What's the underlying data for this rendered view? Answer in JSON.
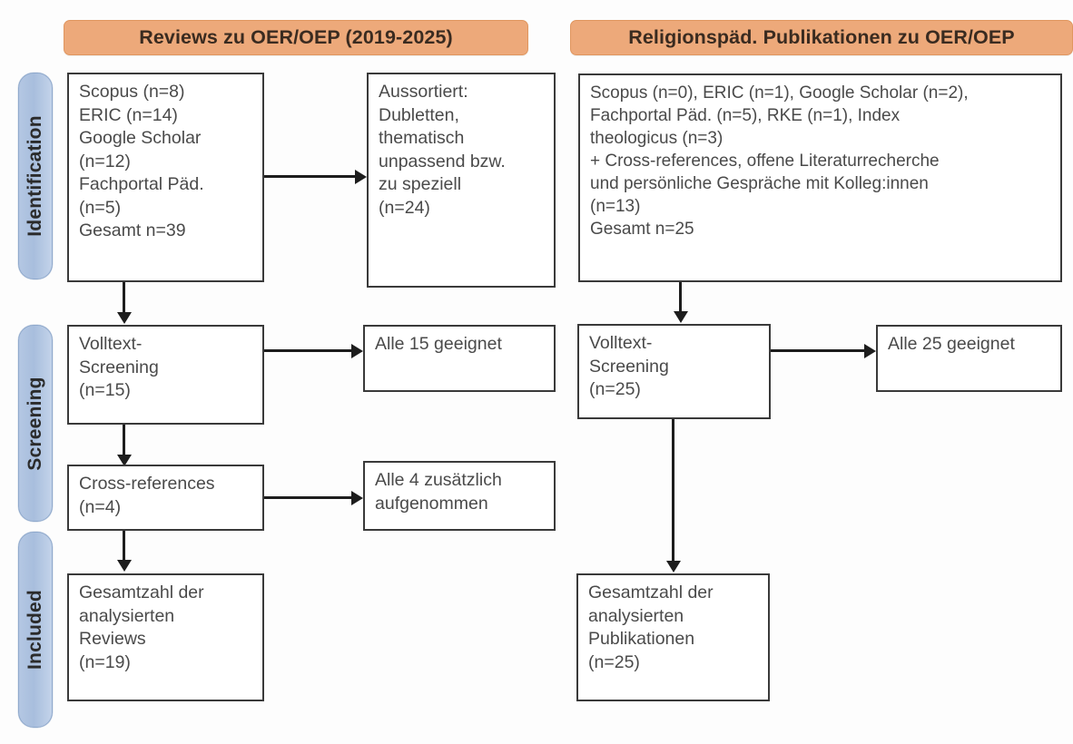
{
  "diagram": {
    "type": "prisma-flow-diagram",
    "stages": [
      {
        "id": "identification",
        "label": "Identification"
      },
      {
        "id": "screening",
        "label": "Screening"
      },
      {
        "id": "included",
        "label": "Included"
      }
    ],
    "columns": [
      {
        "id": "reviews",
        "header": "Reviews zu OER/OEP (2019-2025)"
      },
      {
        "id": "religionspaed",
        "header": "Religionspäd. Publikationen zu OER/OEP"
      }
    ],
    "colors": {
      "header_bar": "#eda97a",
      "stage_pill": "#b4c7e3",
      "box_border": "#3a3a3a",
      "connector": "#1d1d1d",
      "box_text": "#4a4a4a"
    },
    "boxes": {
      "left_identification_sources": "Scopus (n=8)\nERIC (n=14)\nGoogle Scholar\n(n=12)\nFachportal Päd.\n(n=5)\nGesamt n=39",
      "left_identification_excluded": "Aussortiert:\nDubletten,\nthematisch\nunpassend bzw.\nzu speziell\n(n=24)",
      "left_screening_fulltext": "Volltext-\nScreening\n(n=15)",
      "left_screening_eligible": "Alle 15 geeignet",
      "left_screening_crossrefs": "Cross-references\n(n=4)",
      "left_screening_crossrefs_result": "Alle 4 zusätzlich\naufgenommen",
      "left_included_total": "Gesamtzahl der\nanalysierten\nReviews\n(n=19)",
      "right_identification_sources": "Scopus (n=0), ERIC (n=1), Google Scholar (n=2),\nFachportal Päd. (n=5), RKE (n=1), Index\ntheologicus (n=3)\n+ Cross-references, offene Literaturrecherche\nund persönliche Gespräche mit Kolleg:innen\n(n=13)\nGesamt n=25",
      "right_screening_fulltext": "Volltext-\nScreening\n(n=25)",
      "right_screening_eligible": "Alle 25 geeignet",
      "right_included_total": "Gesamtzahl der\nanalysierten\nPublikationen\n(n=25)"
    },
    "counts": {
      "left_scopus": 8,
      "left_eric": 14,
      "left_google_scholar": 12,
      "left_fachportal": 5,
      "left_gesamt": 39,
      "left_excluded": 24,
      "left_fulltext_screening": 15,
      "left_eligible": 15,
      "left_crossrefs": 4,
      "left_crossrefs_added": 4,
      "left_included": 19,
      "right_scopus": 0,
      "right_eric": 1,
      "right_google_scholar": 2,
      "right_fachportal": 5,
      "right_rke": 1,
      "right_index_theologicus": 3,
      "right_other_sources": 13,
      "right_gesamt": 25,
      "right_fulltext_screening": 25,
      "right_eligible": 25,
      "right_included": 25
    }
  }
}
